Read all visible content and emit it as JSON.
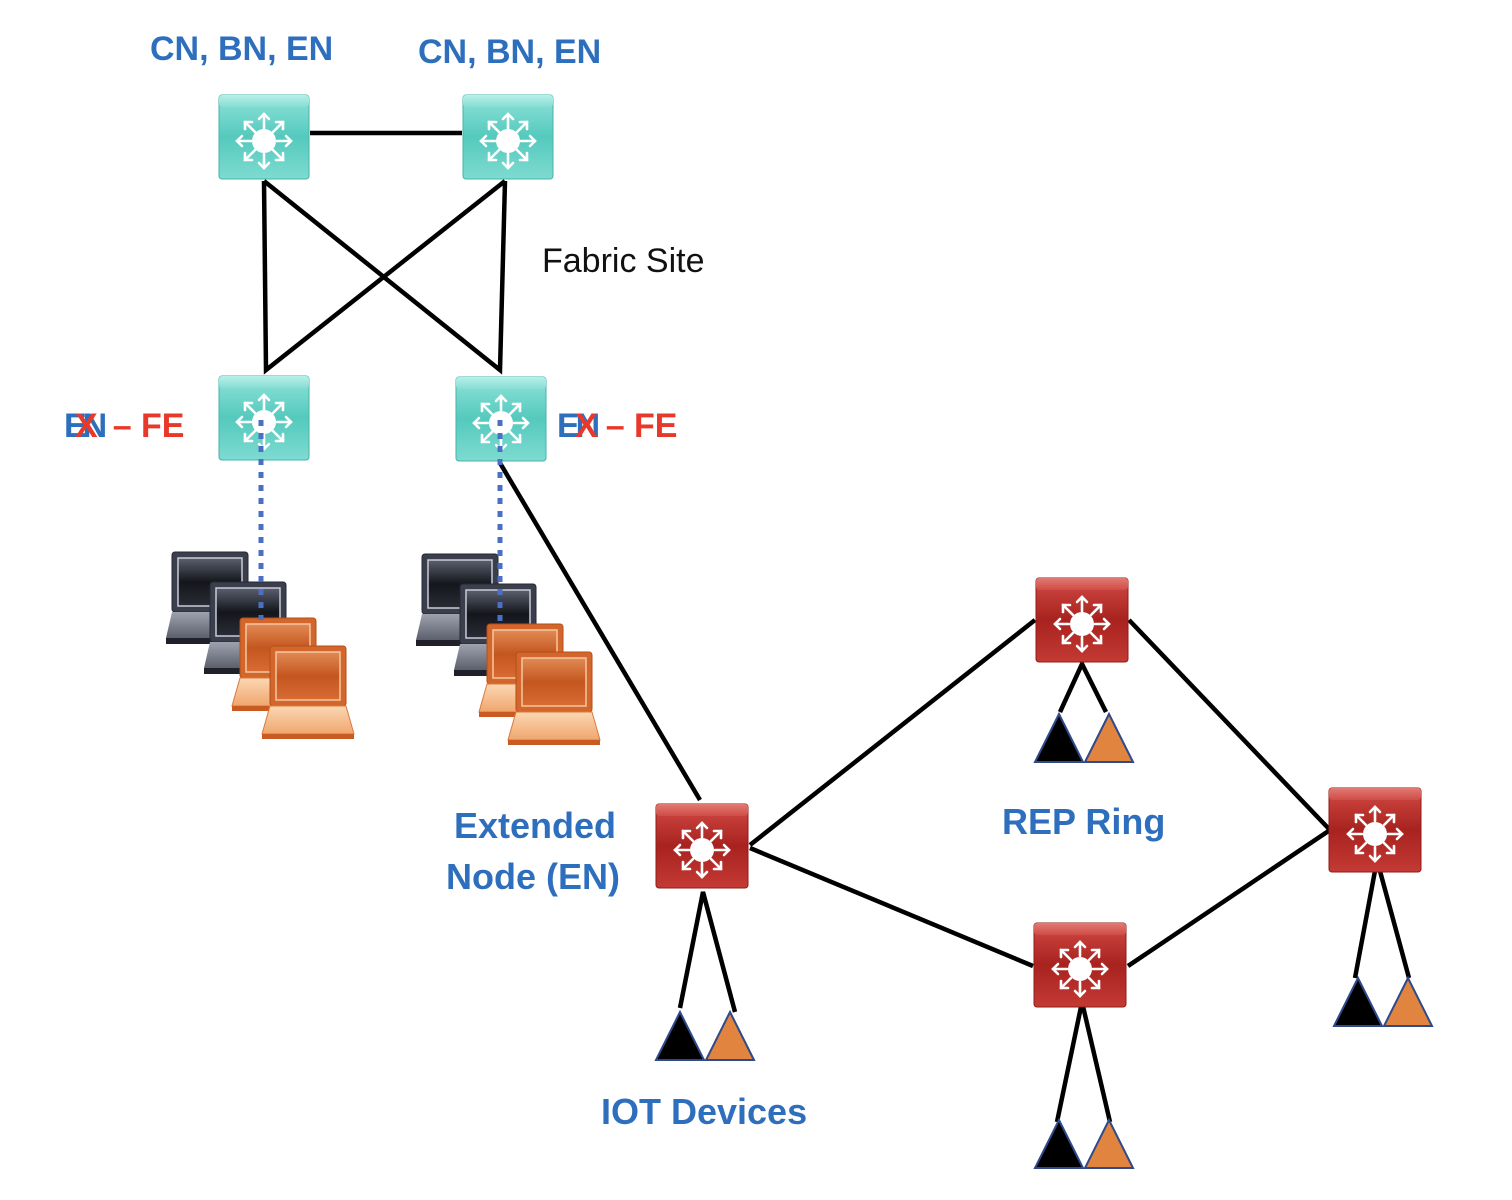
{
  "title": "SD-Access Fabric Site with Extended Node REP Ring",
  "labels": {
    "cp_left": "CN,  BN, EN",
    "cp_right": "CN,  BN, EN",
    "fabric_site": "Fabric Site",
    "edge_left": {
      "struck": "EN",
      "strike_mark": "X",
      "replacement": "– FE"
    },
    "edge_right": {
      "struck": "EN",
      "strike_mark": "X",
      "replacement": "– FE"
    },
    "extended_node_line1": "Extended",
    "extended_node_line2": "Node (EN)",
    "rep_ring": "REP Ring",
    "iot_devices": "IOT Devices"
  },
  "nodes": [
    {
      "id": "cp-left",
      "role": "CN, BN, EN",
      "color": "teal"
    },
    {
      "id": "cp-right",
      "role": "CN, BN, EN",
      "color": "teal"
    },
    {
      "id": "fe-left",
      "role": "FE",
      "color": "teal"
    },
    {
      "id": "fe-right",
      "role": "FE",
      "color": "teal"
    },
    {
      "id": "extended-node",
      "role": "Extended Node (EN)",
      "color": "red"
    },
    {
      "id": "rep-top",
      "role": "REP ring node",
      "color": "red"
    },
    {
      "id": "rep-bottom",
      "role": "REP ring node",
      "color": "red"
    },
    {
      "id": "rep-right",
      "role": "REP ring node",
      "color": "red"
    }
  ],
  "links": [
    {
      "from": "cp-left",
      "to": "cp-right",
      "style": "solid"
    },
    {
      "from": "cp-left",
      "to": "fe-left",
      "style": "solid"
    },
    {
      "from": "cp-left",
      "to": "fe-right",
      "style": "solid"
    },
    {
      "from": "cp-right",
      "to": "fe-left",
      "style": "solid"
    },
    {
      "from": "cp-right",
      "to": "fe-right",
      "style": "solid"
    },
    {
      "from": "fe-left",
      "to": "laptops-left",
      "style": "dotted"
    },
    {
      "from": "fe-right",
      "to": "laptops-right",
      "style": "dotted"
    },
    {
      "from": "fe-right",
      "to": "extended-node",
      "style": "solid"
    },
    {
      "from": "extended-node",
      "to": "rep-top",
      "style": "solid"
    },
    {
      "from": "extended-node",
      "to": "rep-bottom",
      "style": "solid"
    },
    {
      "from": "rep-top",
      "to": "rep-right",
      "style": "solid"
    },
    {
      "from": "rep-bottom",
      "to": "rep-right",
      "style": "solid"
    }
  ],
  "colors": {
    "label_blue": "#2e6fbd",
    "label_red": "#e8382a",
    "switch_teal": "#5fd0c4",
    "switch_red": "#c0302c",
    "iot_black": "#000000",
    "iot_orange": "#e0843f",
    "dotted_link": "#4a6fc4"
  }
}
